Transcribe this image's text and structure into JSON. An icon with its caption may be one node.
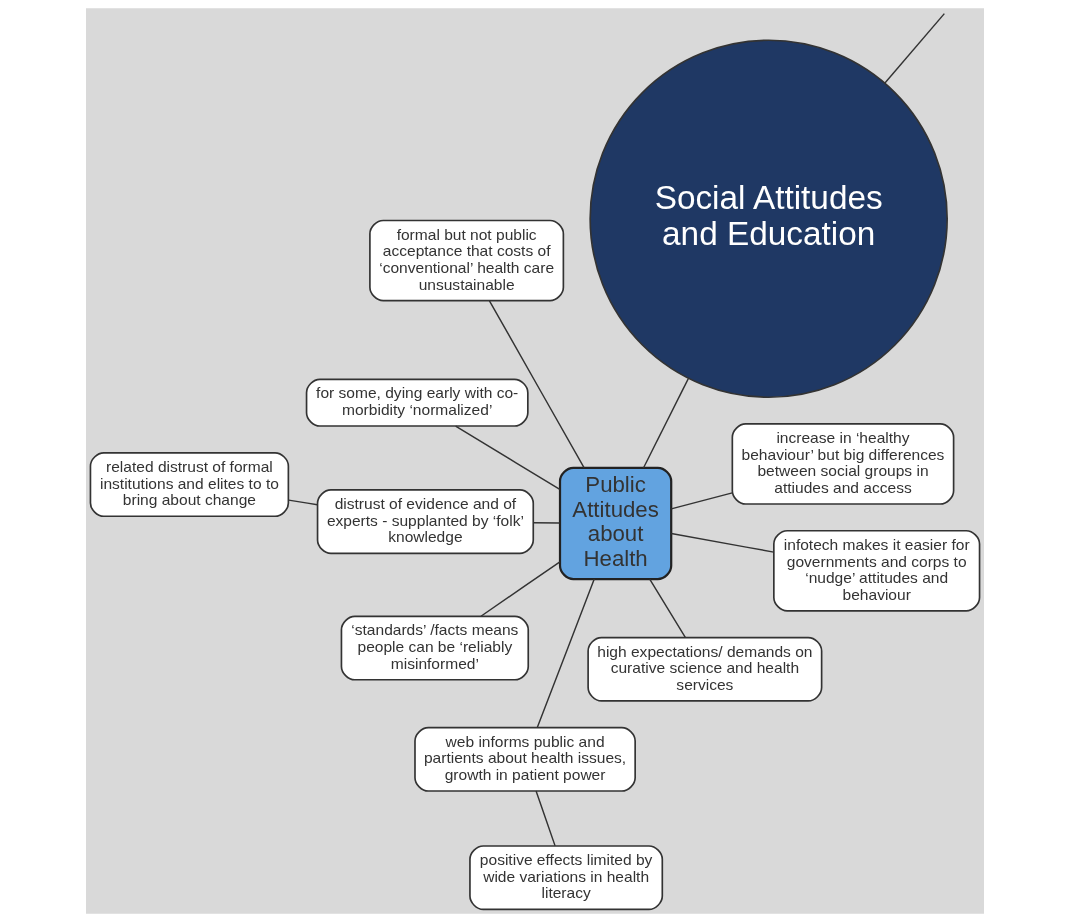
{
  "diagram": {
    "nodes": [
      {
        "text": [
          "Social Attitudes and Education"
        ]
      },
      {
        "text": [
          "Public Attitudes about Health"
        ]
      },
      {
        "text": [
          "high expectations/ demands on curative science and health services"
        ]
      },
      {
        "text": [
          "formal but not public acceptance that costs of ‘conventional’ health care unsustainable"
        ]
      },
      {
        "text": [
          "increase in ‘healthy behaviour’ but big differences between social groups in attiudes and access"
        ]
      },
      {
        "text": [
          "for some, dying early with co-morbidity ‘normalized’"
        ]
      },
      {
        "text": [
          "web informs public and partients about health issues, growth in patient power"
        ]
      },
      {
        "text": [
          "positive effects limited by wide variations in health literacy"
        ]
      },
      {
        "text": [
          "‘standards’ /facts means people can be ‘reliably misinformed’"
        ]
      },
      {
        "text": [
          "infotech makes it easier for governments and corps to ‘nudge’ attitudes and behaviour"
        ]
      },
      {
        "text": [
          "distrust of evidence and of experts - supplanted by ‘folk’ knowledge"
        ]
      },
      {
        "text": [
          "related distrust of formal institutions and elites to to bring about change"
        ]
      }
    ],
    "edges": [
      {
        "from": null,
        "to": 0,
        "arrow": "none"
      },
      {
        "from": 0,
        "to": 1,
        "arrow": "none"
      },
      {
        "from": 1,
        "to": 2,
        "arrow": "none"
      },
      {
        "from": 1,
        "to": 3,
        "arrow": "none"
      },
      {
        "from": 1,
        "to": 4,
        "arrow": "none"
      },
      {
        "from": 1,
        "to": 5,
        "arrow": "none"
      },
      {
        "from": 1,
        "to": 6,
        "arrow": "none"
      },
      {
        "from": 6,
        "to": 7,
        "arrow": "none"
      },
      {
        "from": 1,
        "to": 8,
        "arrow": "none"
      },
      {
        "from": 1,
        "to": 9,
        "arrow": "none"
      },
      {
        "from": 1,
        "to": 10,
        "arrow": "none"
      },
      {
        "from": 10,
        "to": 11,
        "arrow": "none"
      }
    ]
  }
}
